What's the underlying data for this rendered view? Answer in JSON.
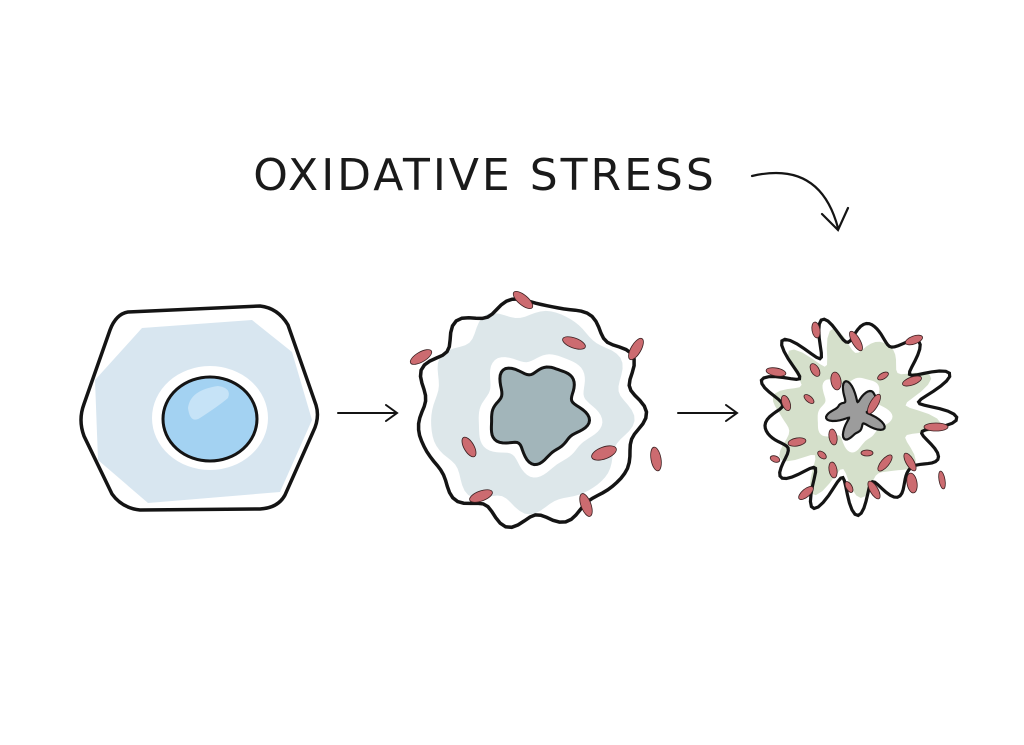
{
  "title": "OXIDATIVE STRESS",
  "stages": [
    "healthy-cell",
    "stressed-cell",
    "damaged-cell"
  ],
  "colors": {
    "outline": "#141414",
    "healthy_cytoplasm": "#d8e6f0",
    "healthy_nucleus": "#a3d2f2",
    "stressed_cytoplasm": "#dde7ea",
    "stressed_nucleus": "#a2b5ba",
    "damaged_cytoplasm": "#d5e0cb",
    "damaged_nucleus": "#9c9c9c",
    "radical": "#cc6b70"
  }
}
